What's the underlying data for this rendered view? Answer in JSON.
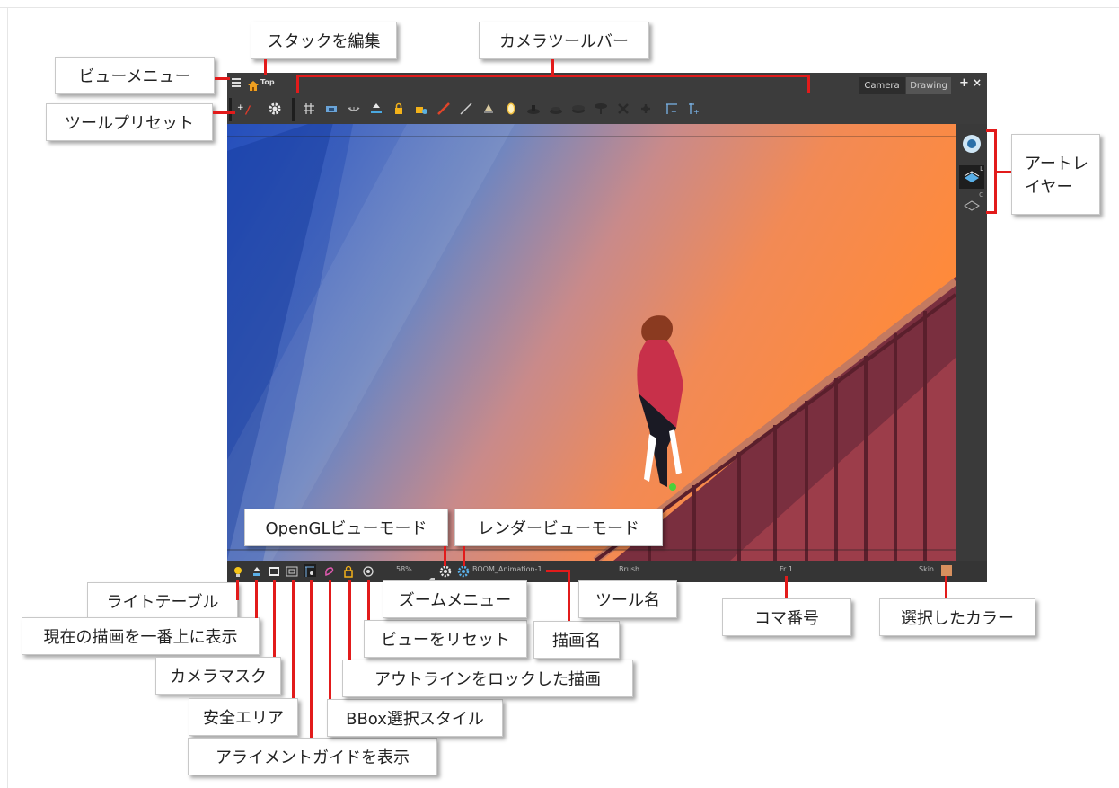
{
  "view": {
    "title": "Top",
    "tabs": [
      "Camera",
      "Drawing"
    ]
  },
  "statusbar": {
    "zoom": "58%",
    "drawing_name": "BOOM_Animation-1",
    "tool_name": "Brush",
    "frame": "Fr 1",
    "color_name": "Skin",
    "color_swatch": "#d8905e"
  },
  "art_layer_letters": {
    "line": "L",
    "color": "C"
  },
  "callouts": {
    "view_menu": "ビューメニュー",
    "edit_stack": "スタックを編集",
    "camera_toolbar": "カメラツールバー",
    "tool_presets": "ツールプリセット",
    "art_layer_line1": "アートレ",
    "art_layer_line2": "イヤー",
    "opengl_view_mode": "OpenGLビューモード",
    "render_view_mode": "レンダービューモード",
    "light_table": "ライトテーブル",
    "current_drawing_on_top": "現在の描画を一番上に表示",
    "camera_mask": "カメラマスク",
    "safe_area": "安全エリア",
    "alignment_guide": "アライメントガイドを表示",
    "bbox_style": "BBox選択スタイル",
    "outline_locked": "アウトラインをロックした描画",
    "reset_view": "ビューをリセット",
    "zoom_menu": "ズームメニュー",
    "drawing_name": "描画名",
    "tool_name": "ツール名",
    "frame_number": "コマ番号",
    "selected_color": "選択したカラー"
  },
  "icons": {
    "toolbar": [
      "grid-icon",
      "onion-skin-icon",
      "light-table-icon",
      "enable-front-icon",
      "lock-icon",
      "unlock-icon",
      "red-pencil-icon",
      "line-icon",
      "stamp-icon",
      "mirror-icon",
      "peg-icon",
      "peg-icon",
      "layer-icon",
      "layer-icon",
      "bone-icon",
      "bone-icon",
      "guide-icon",
      "guide-icon"
    ],
    "status_left": [
      "light-table-icon",
      "current-drawing-icon",
      "camera-mask-icon",
      "safe-area-icon",
      "alignment-guide-icon",
      "bbox-icon",
      "outline-lock-icon",
      "reset-view-icon"
    ]
  },
  "colors": {
    "accent": "#e21b1b",
    "panel": "#3a3a3a"
  }
}
